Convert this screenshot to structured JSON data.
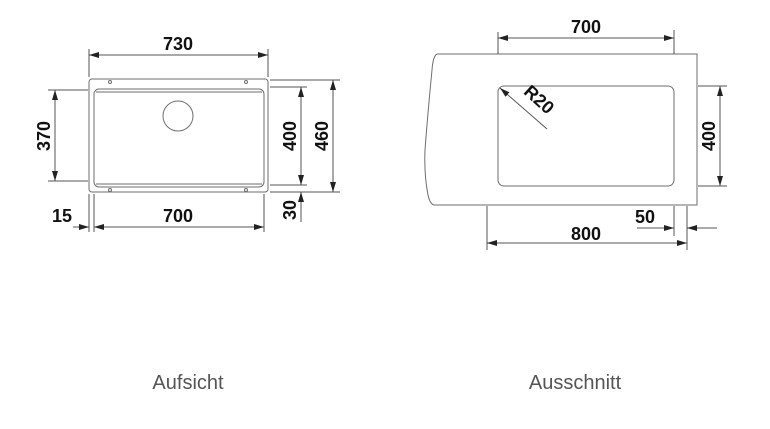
{
  "top_view": {
    "caption": "Aufsicht",
    "dims": {
      "overall_width": "730",
      "bowl_height": "370",
      "inner_height": "400",
      "overall_height": "460",
      "offset_bottom": "30",
      "edge_offset": "15",
      "inner_width": "700"
    }
  },
  "cutout_view": {
    "caption": "Ausschnitt",
    "dims": {
      "cutout_width": "700",
      "corner_radius": "R20",
      "cutout_height": "400",
      "min_cabinet": "800",
      "edge_offset": "50"
    }
  }
}
